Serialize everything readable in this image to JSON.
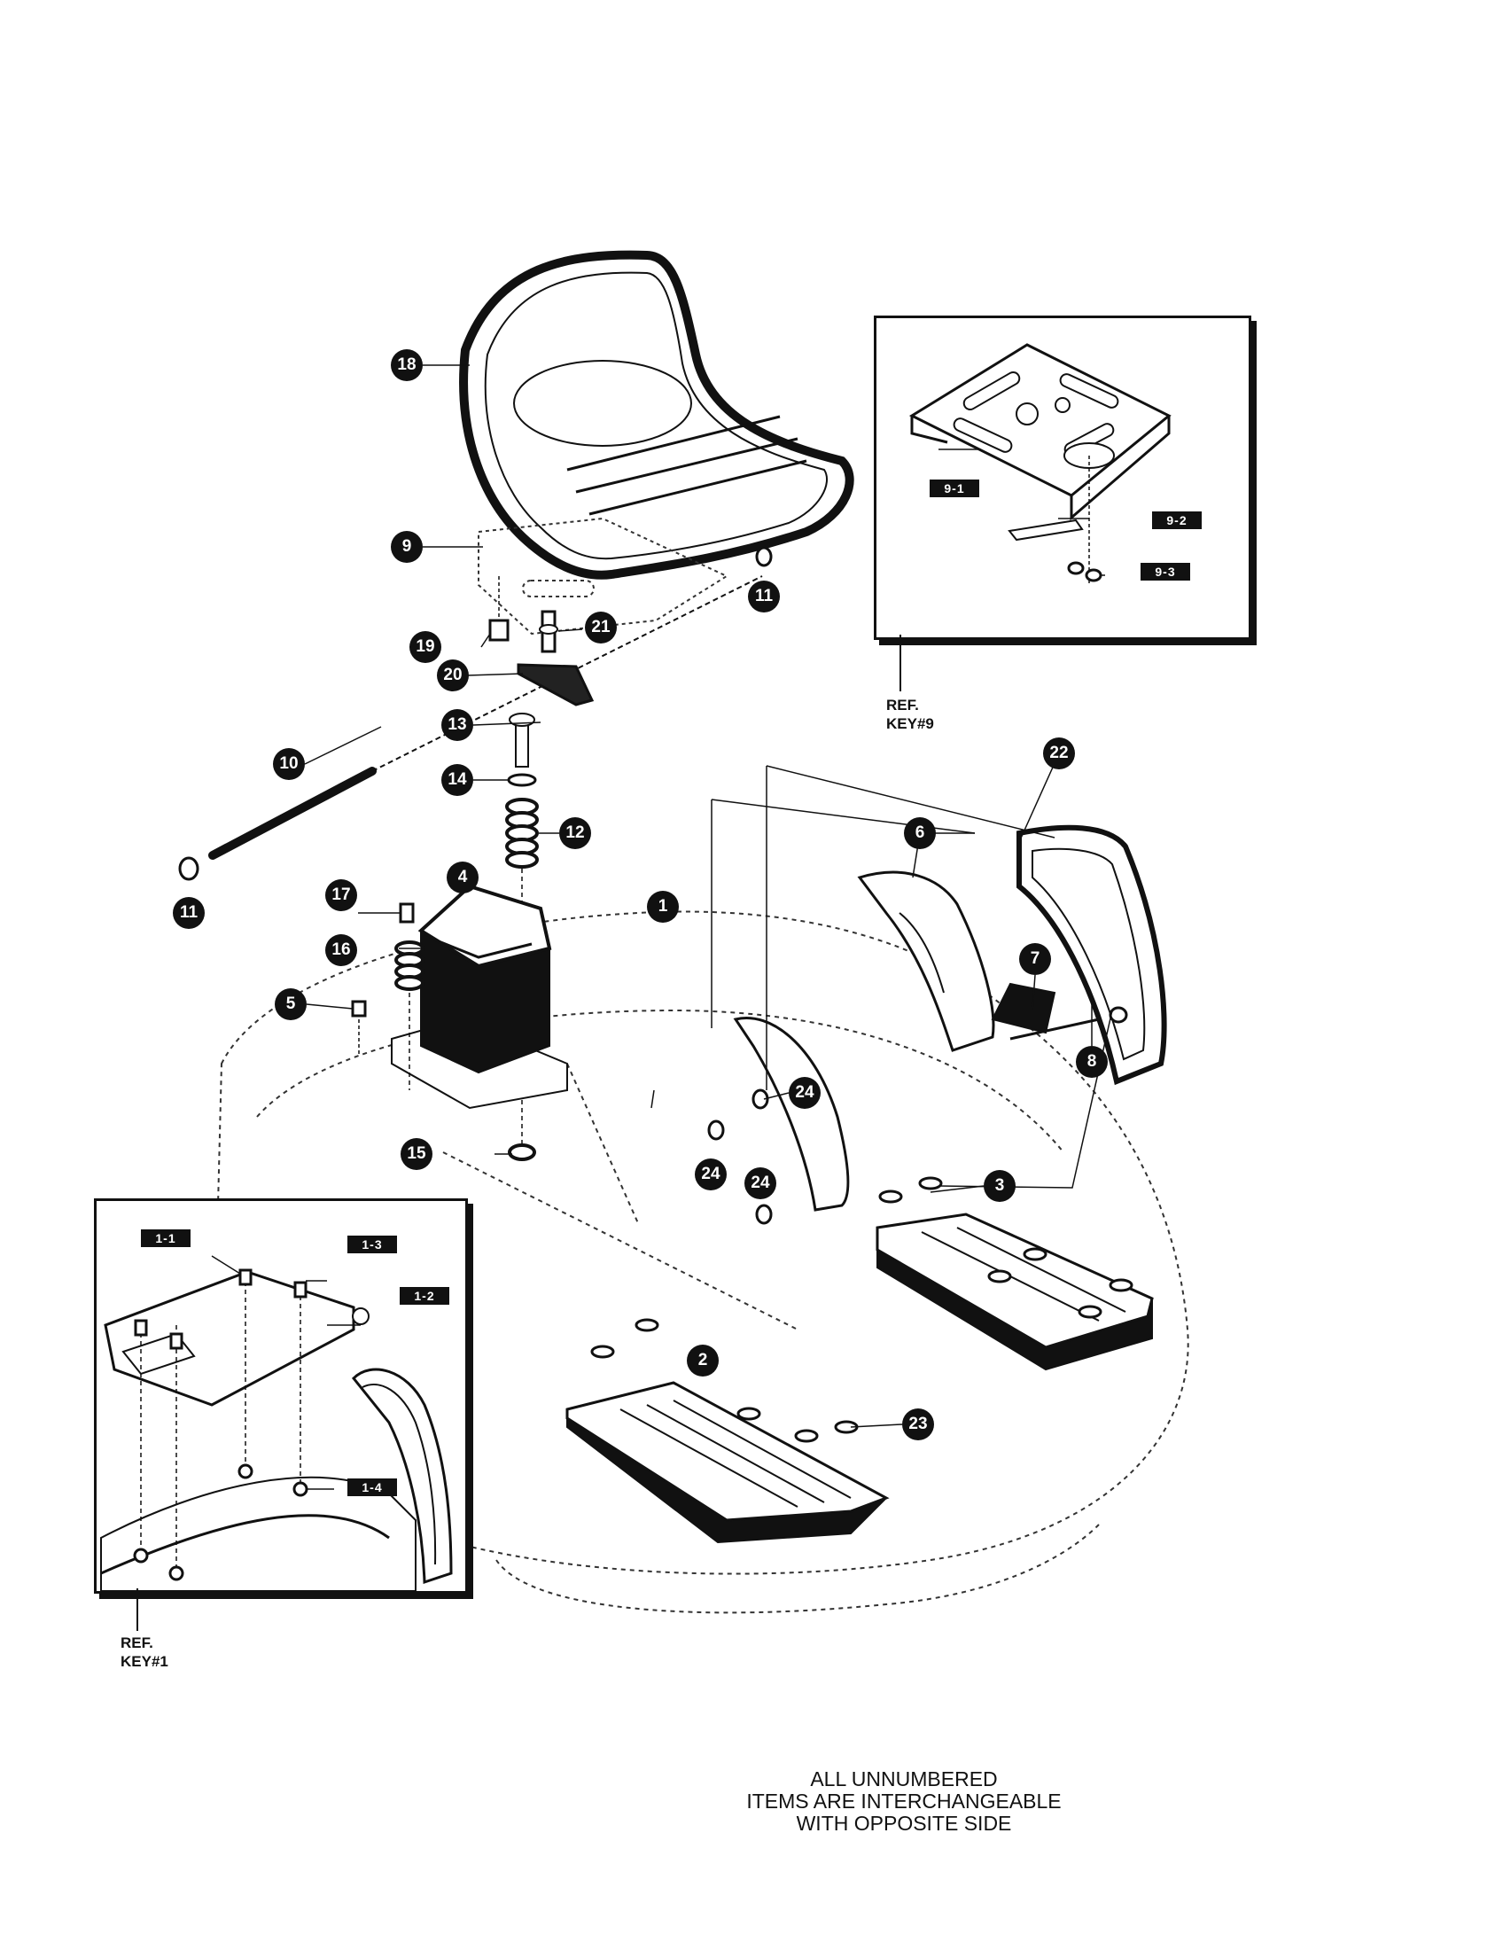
{
  "diagram": {
    "callouts": {
      "c1": "1",
      "c2": "2",
      "c3": "3",
      "c4": "4",
      "c5": "5",
      "c6": "6",
      "c7": "7",
      "c8": "8",
      "c9": "9",
      "c10": "10",
      "c11a": "11",
      "c11b": "11",
      "c12": "12",
      "c13": "13",
      "c14": "14",
      "c15": "15",
      "c16": "16",
      "c17": "17",
      "c18": "18",
      "c19": "19",
      "c20": "20",
      "c21": "21",
      "c22": "22",
      "c23": "23",
      "c24a": "24",
      "c24b": "24",
      "c24c": "24"
    },
    "inset_seat_plate": {
      "tags": {
        "t1": "9-1",
        "t2": "9-2",
        "t3": "9-3"
      },
      "ref_line1": "REF.",
      "ref_line2": "KEY#9"
    },
    "inset_fender": {
      "tags": {
        "t1": "1-1",
        "t2": "1-3",
        "t3": "1-2",
        "t4": "1-4"
      },
      "ref_line1": "REF.",
      "ref_line2": "KEY#1"
    },
    "note": {
      "line1": "ALL UNNUMBERED",
      "line2": "ITEMS ARE INTERCHANGEABLE",
      "line3": "WITH OPPOSITE SIDE"
    },
    "colors": {
      "ink": "#111111",
      "paper": "#ffffff"
    }
  }
}
